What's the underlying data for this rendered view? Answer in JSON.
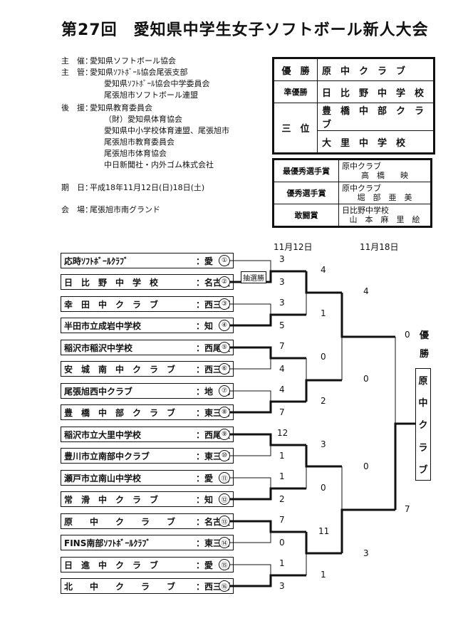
{
  "title": "第27回　愛知県中学生女子ソフトボール新人大会",
  "info": {
    "organizer": {
      "label": "主　催：",
      "value": "愛知県ソフトボール協会"
    },
    "manager": {
      "label": "主　管：",
      "values": [
        "愛知県ｿﾌﾄﾎﾞｰﾙ協会尾張支部",
        "愛知県ｿﾌﾄﾎﾞｰﾙ協会中学委員会",
        "尾張旭市ソフトボール連盟"
      ]
    },
    "support": {
      "label": "後　援：",
      "values": [
        "愛知県教育委員会",
        "（財）愛知県体育協会",
        "愛知県中小学校体育連盟、尾張旭市",
        "尾張旭市教育委員会",
        "尾張旭市体育協会",
        "中日新聞社・内外ゴム株式会社"
      ]
    },
    "period": {
      "label": "期　日：",
      "value": "平成18年11月12日(日)18日(土)"
    },
    "venue": {
      "label": "会　場：",
      "value": "尾張旭市南グランド"
    }
  },
  "results": {
    "win_label": "優　勝",
    "win": "原　中　ク　ラ　ブ",
    "second_label": "準優勝",
    "second": "日　比　野　中　学　校",
    "third_label": "三　位",
    "third": [
      "豊　橋　中　部　ク　ラ　ブ",
      "大　里　中　学　校"
    ]
  },
  "awards": [
    {
      "label": "最優秀選手賞",
      "team": "原中クラブ",
      "name": "高　橋　　映"
    },
    {
      "label": "優秀選手賞",
      "team": "原中クラブ",
      "name": "堀　部　亜　美"
    },
    {
      "label": "敢闘賞",
      "team": "日比野中学校",
      "name": "山　本　麻　里　絵"
    }
  ],
  "bracket": {
    "date1": "11月12日",
    "date2": "11月18日",
    "lottery": "抽選勝",
    "teams": [
      {
        "name": "応時ｿﾌﾄﾎﾞｰﾙｸﾗﾌﾞ",
        "region": "：愛　日",
        "num": "①",
        "score": "3"
      },
      {
        "name": "日　比　野　中　学　校",
        "region": "：名古屋",
        "num": "②",
        "score": "3"
      },
      {
        "name": "幸　田　中　ク　ラ　ブ",
        "region": "：西三河",
        "num": "③",
        "score": "3"
      },
      {
        "name": "半田市立成岩中学校",
        "region": "：知　多",
        "num": "④",
        "score": "5"
      },
      {
        "name": "稲沢市稲沢中学校",
        "region": "：西尾張",
        "num": "⑤",
        "score": "7"
      },
      {
        "name": "安　城　南　中　ク　ラ　ブ",
        "region": "：西三河",
        "num": "⑥",
        "score": "4"
      },
      {
        "name": "尾張旭西中クラブ",
        "region": "：地　元",
        "num": "⑦",
        "score": "4"
      },
      {
        "name": "豊　橋　中　部　ク　ラ　ブ",
        "region": "：東三河",
        "num": "⑧",
        "score": "7"
      },
      {
        "name": "稲沢市立大里中学校",
        "region": "：西尾張",
        "num": "⑨",
        "score": "12"
      },
      {
        "name": "豊川市立南部中クラブ",
        "region": "：東三河",
        "num": "⑩",
        "score": "1"
      },
      {
        "name": "瀬戸市立南山中学校",
        "region": "：愛　日",
        "num": "⑪",
        "score": "1"
      },
      {
        "name": "常　滑　中　ク　ラ　ブ",
        "region": "：知　多",
        "num": "⑫",
        "score": "2"
      },
      {
        "name": "原　　中　　ク　　ラ　　ブ",
        "region": "：名古屋",
        "num": "⑬",
        "score": "7"
      },
      {
        "name": "FINS南部ｿﾌﾄﾎﾞｰﾙｸﾗﾌﾞ",
        "region": "：東三河",
        "num": "⑭",
        "score": "0"
      },
      {
        "name": "日　進　中　ク　ラ　ブ",
        "region": "：愛　日",
        "num": "⑮",
        "score": "1"
      },
      {
        "name": "北　　中　　ク　　ラ　　ブ",
        "region": "：西三河",
        "num": "⑯",
        "score": "3"
      }
    ],
    "round2": [
      "4",
      "1",
      "0",
      "2",
      "3",
      "0",
      "11",
      "1"
    ],
    "semis": [
      "4",
      "0",
      "0",
      "3"
    ],
    "final": [
      "0",
      "7"
    ],
    "champion_label": [
      "優",
      "勝"
    ],
    "champion": [
      "原",
      "中",
      "ク",
      "ラ",
      "ブ"
    ]
  }
}
